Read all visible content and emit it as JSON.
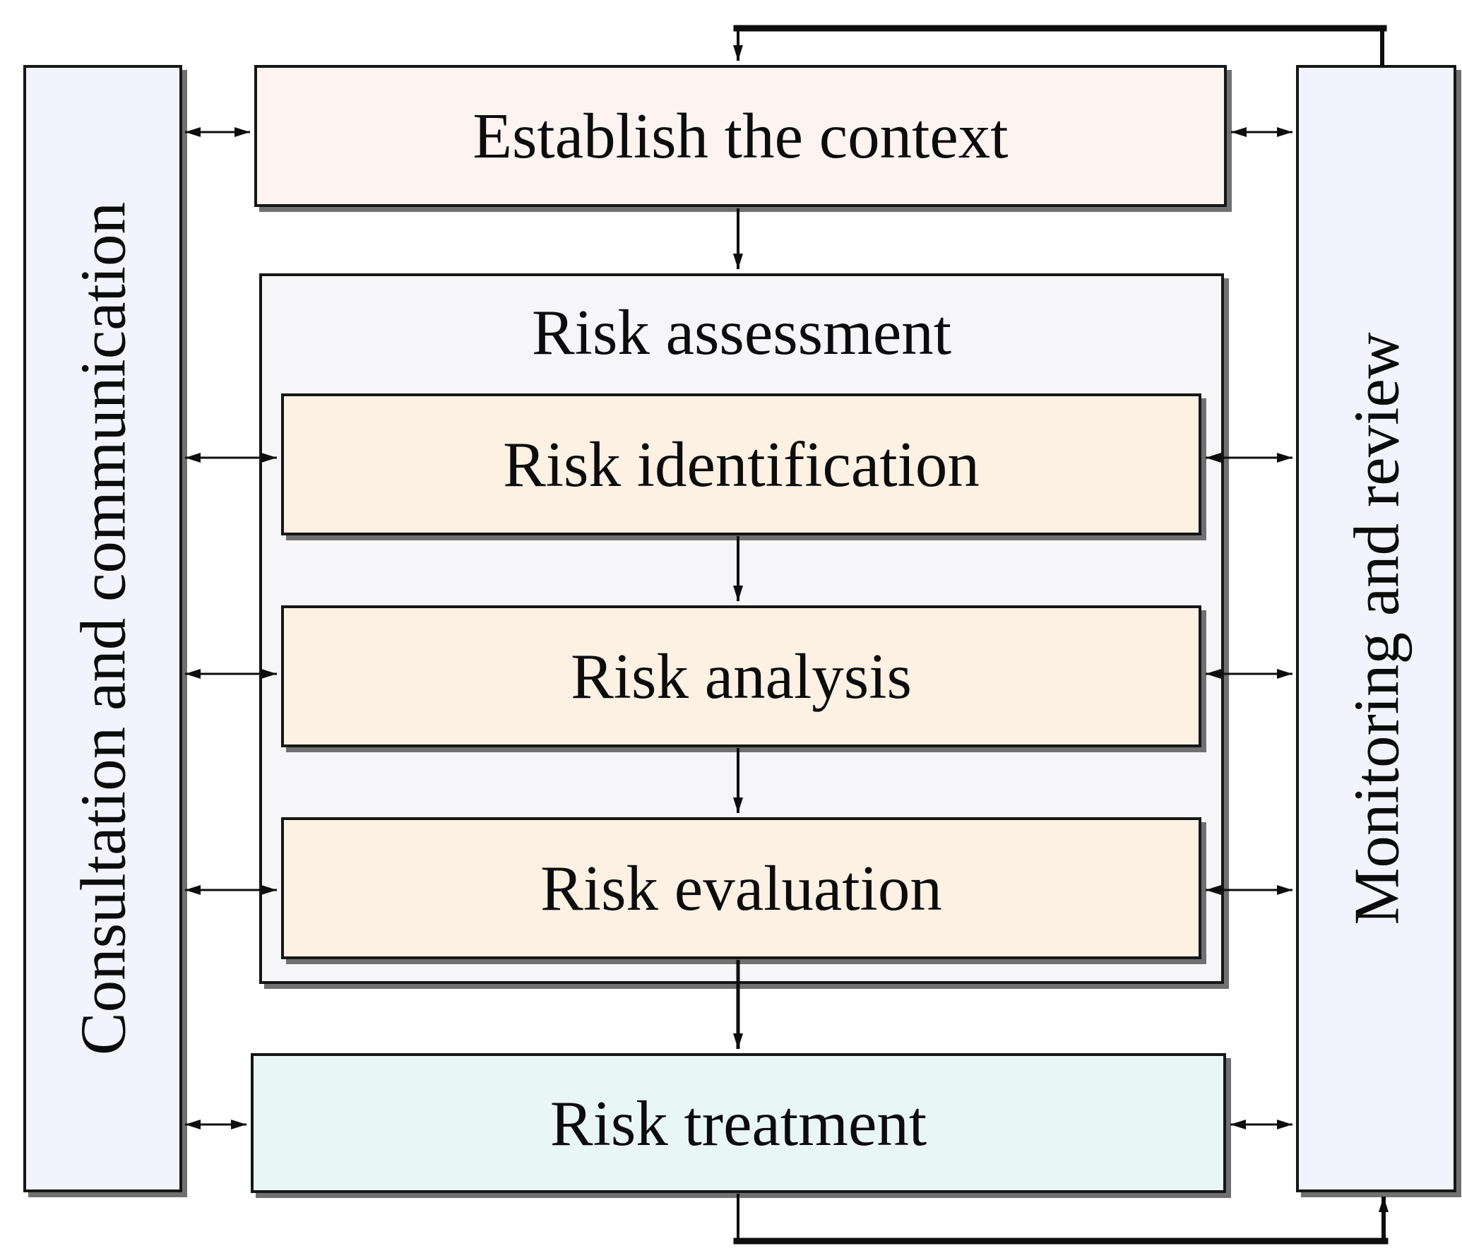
{
  "sidebars": {
    "left": {
      "label": "Consultation and communication"
    },
    "right": {
      "label": "Monitoring and review"
    }
  },
  "flow": {
    "establish": "Establish the context",
    "assessment_group": "Risk assessment",
    "steps": [
      "Risk identification",
      "Risk analysis",
      "Risk evaluation"
    ],
    "treatment": "Risk treatment"
  },
  "colors": {
    "canvas_bg": "#ffffff",
    "sidebar_fill": "#f2f3fc",
    "establish_fill": "#fdf4f1",
    "assessment_fill": "#f6f6f8",
    "step_fill": "#fcf1e3",
    "treatment_fill": "#e9f7f4",
    "border": "#161616",
    "shadow": "#707070",
    "line": "#0d0d0d"
  }
}
